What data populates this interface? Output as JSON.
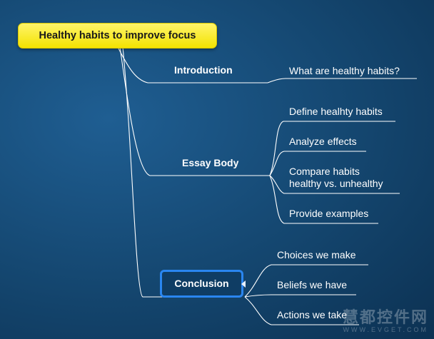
{
  "mindmap": {
    "root": {
      "label": "Healthy habits to improve focus"
    },
    "branches": [
      {
        "label": "Introduction",
        "children": [
          {
            "label": "What are healthy habits?"
          }
        ]
      },
      {
        "label": "Essay Body",
        "children": [
          {
            "label": "Define healhty habits"
          },
          {
            "label": "Analyze effects"
          },
          {
            "label": "Compare habits",
            "label_line2": "healthy vs. unhealthy"
          },
          {
            "label": "Provide examples"
          }
        ]
      },
      {
        "label": "Conclusion",
        "selected": true,
        "children": [
          {
            "label": "Choices  we make"
          },
          {
            "label": "Beliefs we have"
          },
          {
            "label": "Actions we take"
          }
        ]
      }
    ]
  },
  "colors": {
    "background": "#14466f",
    "root_fill": "#f3e300",
    "selection_border": "#2a86f0",
    "line": "#ffffff"
  },
  "watermark": {
    "main": "慧都控件网",
    "sub": "WWW.EVGET.COM"
  }
}
